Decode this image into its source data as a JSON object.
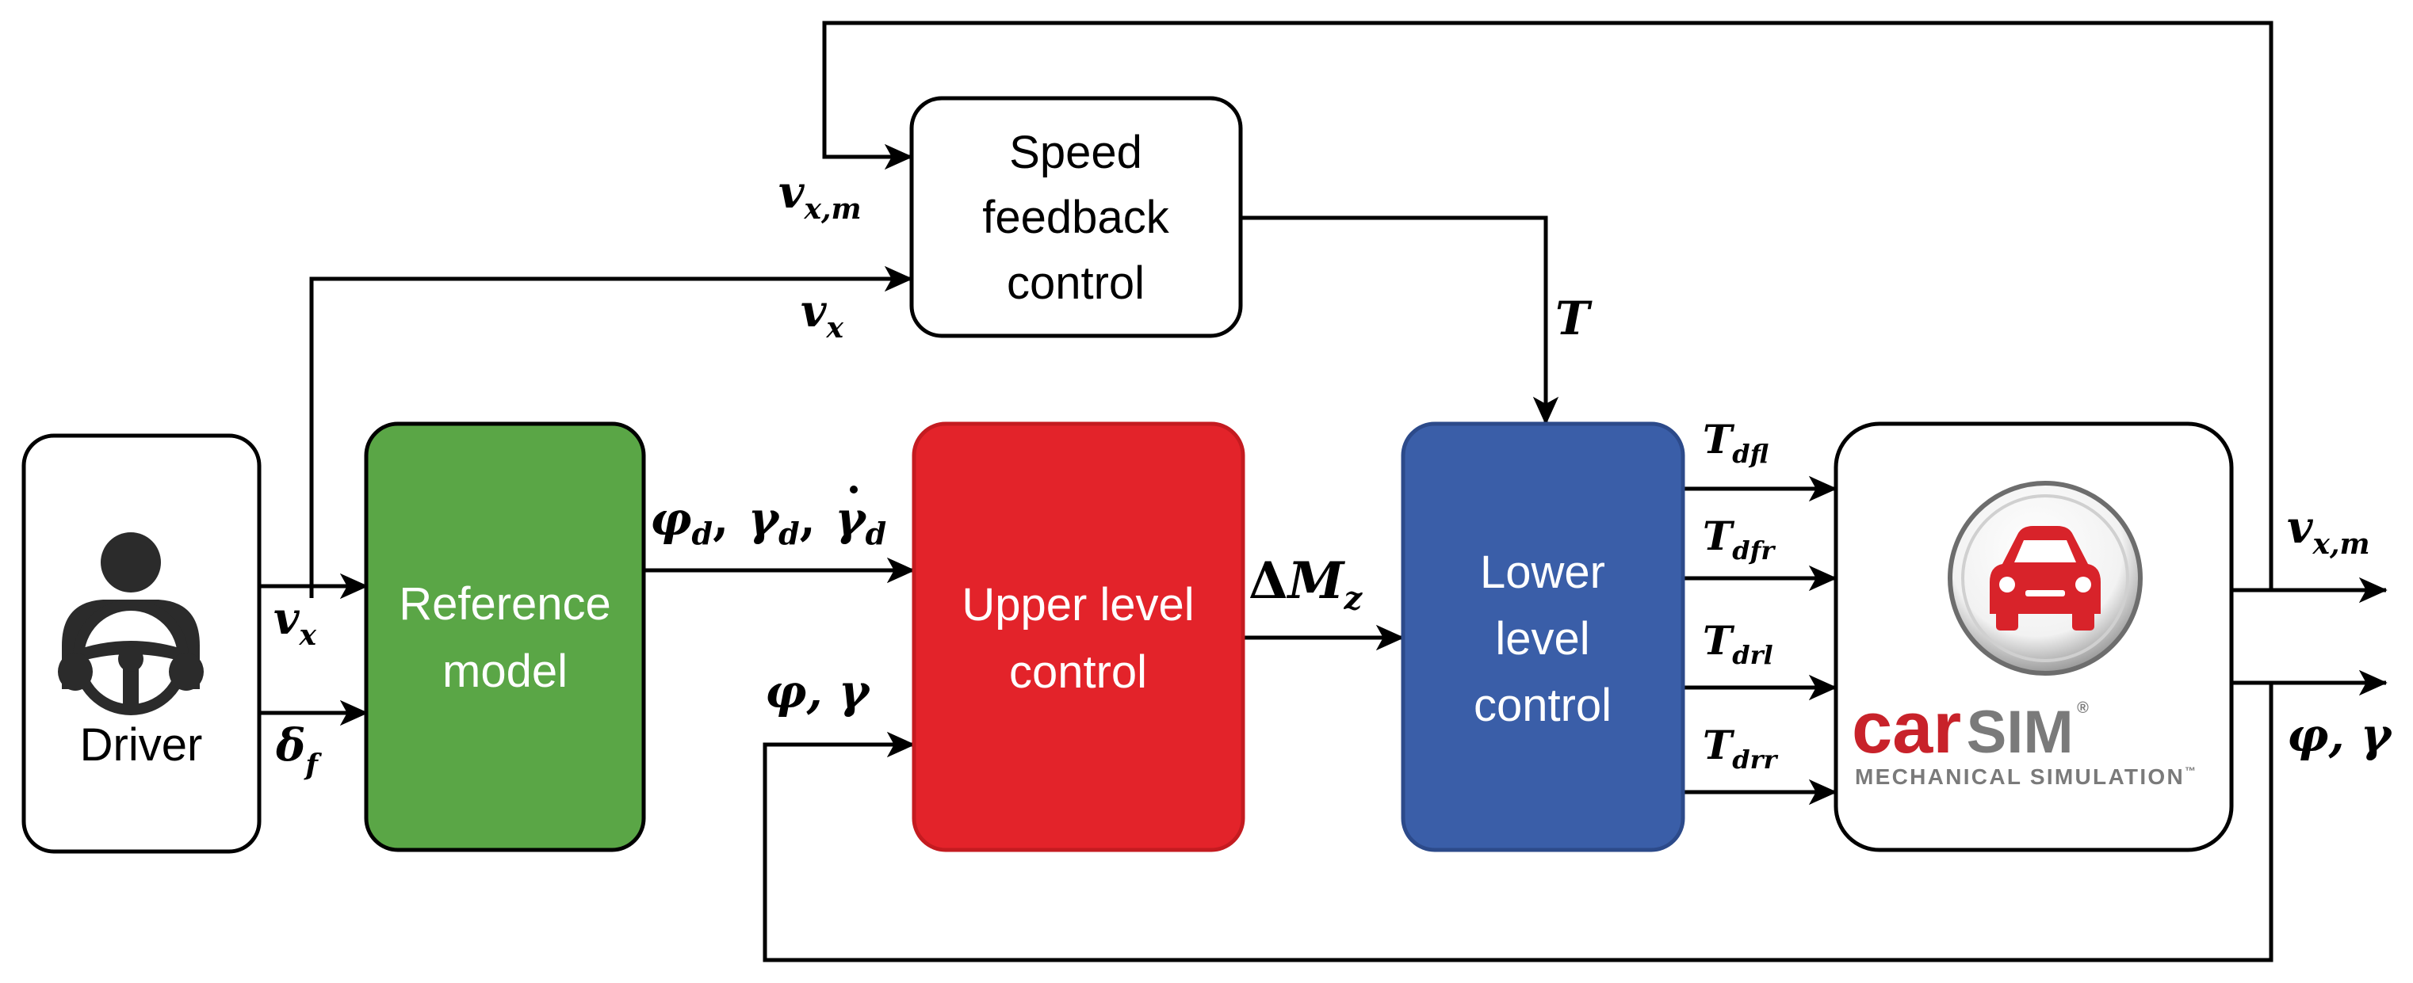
{
  "colors": {
    "line": "#000000",
    "driver_fill": "#ffffff",
    "reference_fill": "#5aa646",
    "upper_fill": "#e3232a",
    "lower_fill": "#3a5ea8",
    "speed_fill": "#ffffff",
    "carsim_fill": "#ffffff",
    "carsim_brand_red": "#c8222a",
    "carsim_brand_gray": "#7a7a7a"
  },
  "blocks": {
    "driver": {
      "label": "Driver",
      "icon": "driver-steering-wheel-icon"
    },
    "reference": {
      "line1": "Reference",
      "line2": "model"
    },
    "upper": {
      "line1": "Upper level",
      "line2": "control"
    },
    "lower": {
      "line1": "Lower",
      "line2": "level",
      "line3": "control"
    },
    "speed": {
      "line1": "Speed",
      "line2": "feedback",
      "line3": "control"
    },
    "carsim": {
      "icon": "car-icon",
      "brand_car": "car",
      "brand_sim": "SIM",
      "registered": "®",
      "tagline": "MECHANICAL SIMULATION",
      "tagline_tm": "™"
    }
  },
  "signals": {
    "vx_driver": {
      "base": "v",
      "sub": "x"
    },
    "delta_f": {
      "base": "δ",
      "sub": "f"
    },
    "ref_out": {
      "phi": "φ",
      "phi_sub": "d",
      "gamma": "γ",
      "gamma_sub": "d",
      "gammadot": "γ",
      "gammadot_sub": "d",
      "sep": ","
    },
    "delta_mz": {
      "delta": "Δ",
      "base": "M",
      "sub": "z"
    },
    "feedback": {
      "text": "φ, γ"
    },
    "speed_vxm": {
      "base": "v",
      "sub": "x,m"
    },
    "speed_vx": {
      "base": "v",
      "sub": "x"
    },
    "torque": {
      "text": "T"
    },
    "tdfl": {
      "base": "T",
      "sub": "dfl"
    },
    "tdfr": {
      "base": "T",
      "sub": "dfr"
    },
    "tdrl": {
      "base": "T",
      "sub": "drl"
    },
    "tdrr": {
      "base": "T",
      "sub": "drr"
    },
    "out_vxm": {
      "base": "v",
      "sub": "x,m"
    },
    "out_phigamma": {
      "text": "φ, γ"
    }
  }
}
